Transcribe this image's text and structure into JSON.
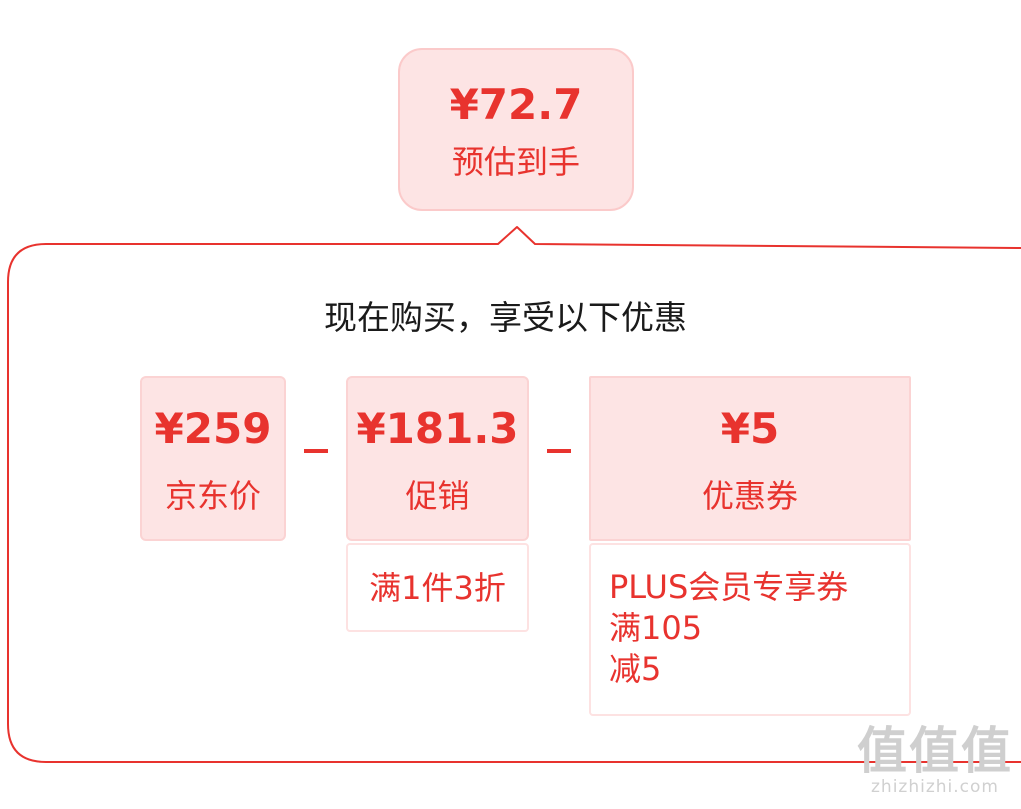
{
  "estimate": {
    "price": "¥72.7",
    "label": "预估到手"
  },
  "heading": "现在购买，享受以下优惠",
  "breakdown": {
    "jd_price": {
      "amount": "¥259",
      "label": "京东价"
    },
    "promotion": {
      "amount": "¥181.3",
      "label": "促销",
      "detail": "满1件3折"
    },
    "coupon": {
      "amount": "¥5",
      "label": "优惠券",
      "detail_lines": [
        "PLUS会员专享券",
        "满105",
        "减5"
      ]
    }
  },
  "watermark": {
    "logo": "值值值",
    "site": "zhizhizhi.com"
  },
  "colors": {
    "accent": "#e8332e",
    "card_bg": "#fde4e4",
    "frame": "#e8332e"
  }
}
